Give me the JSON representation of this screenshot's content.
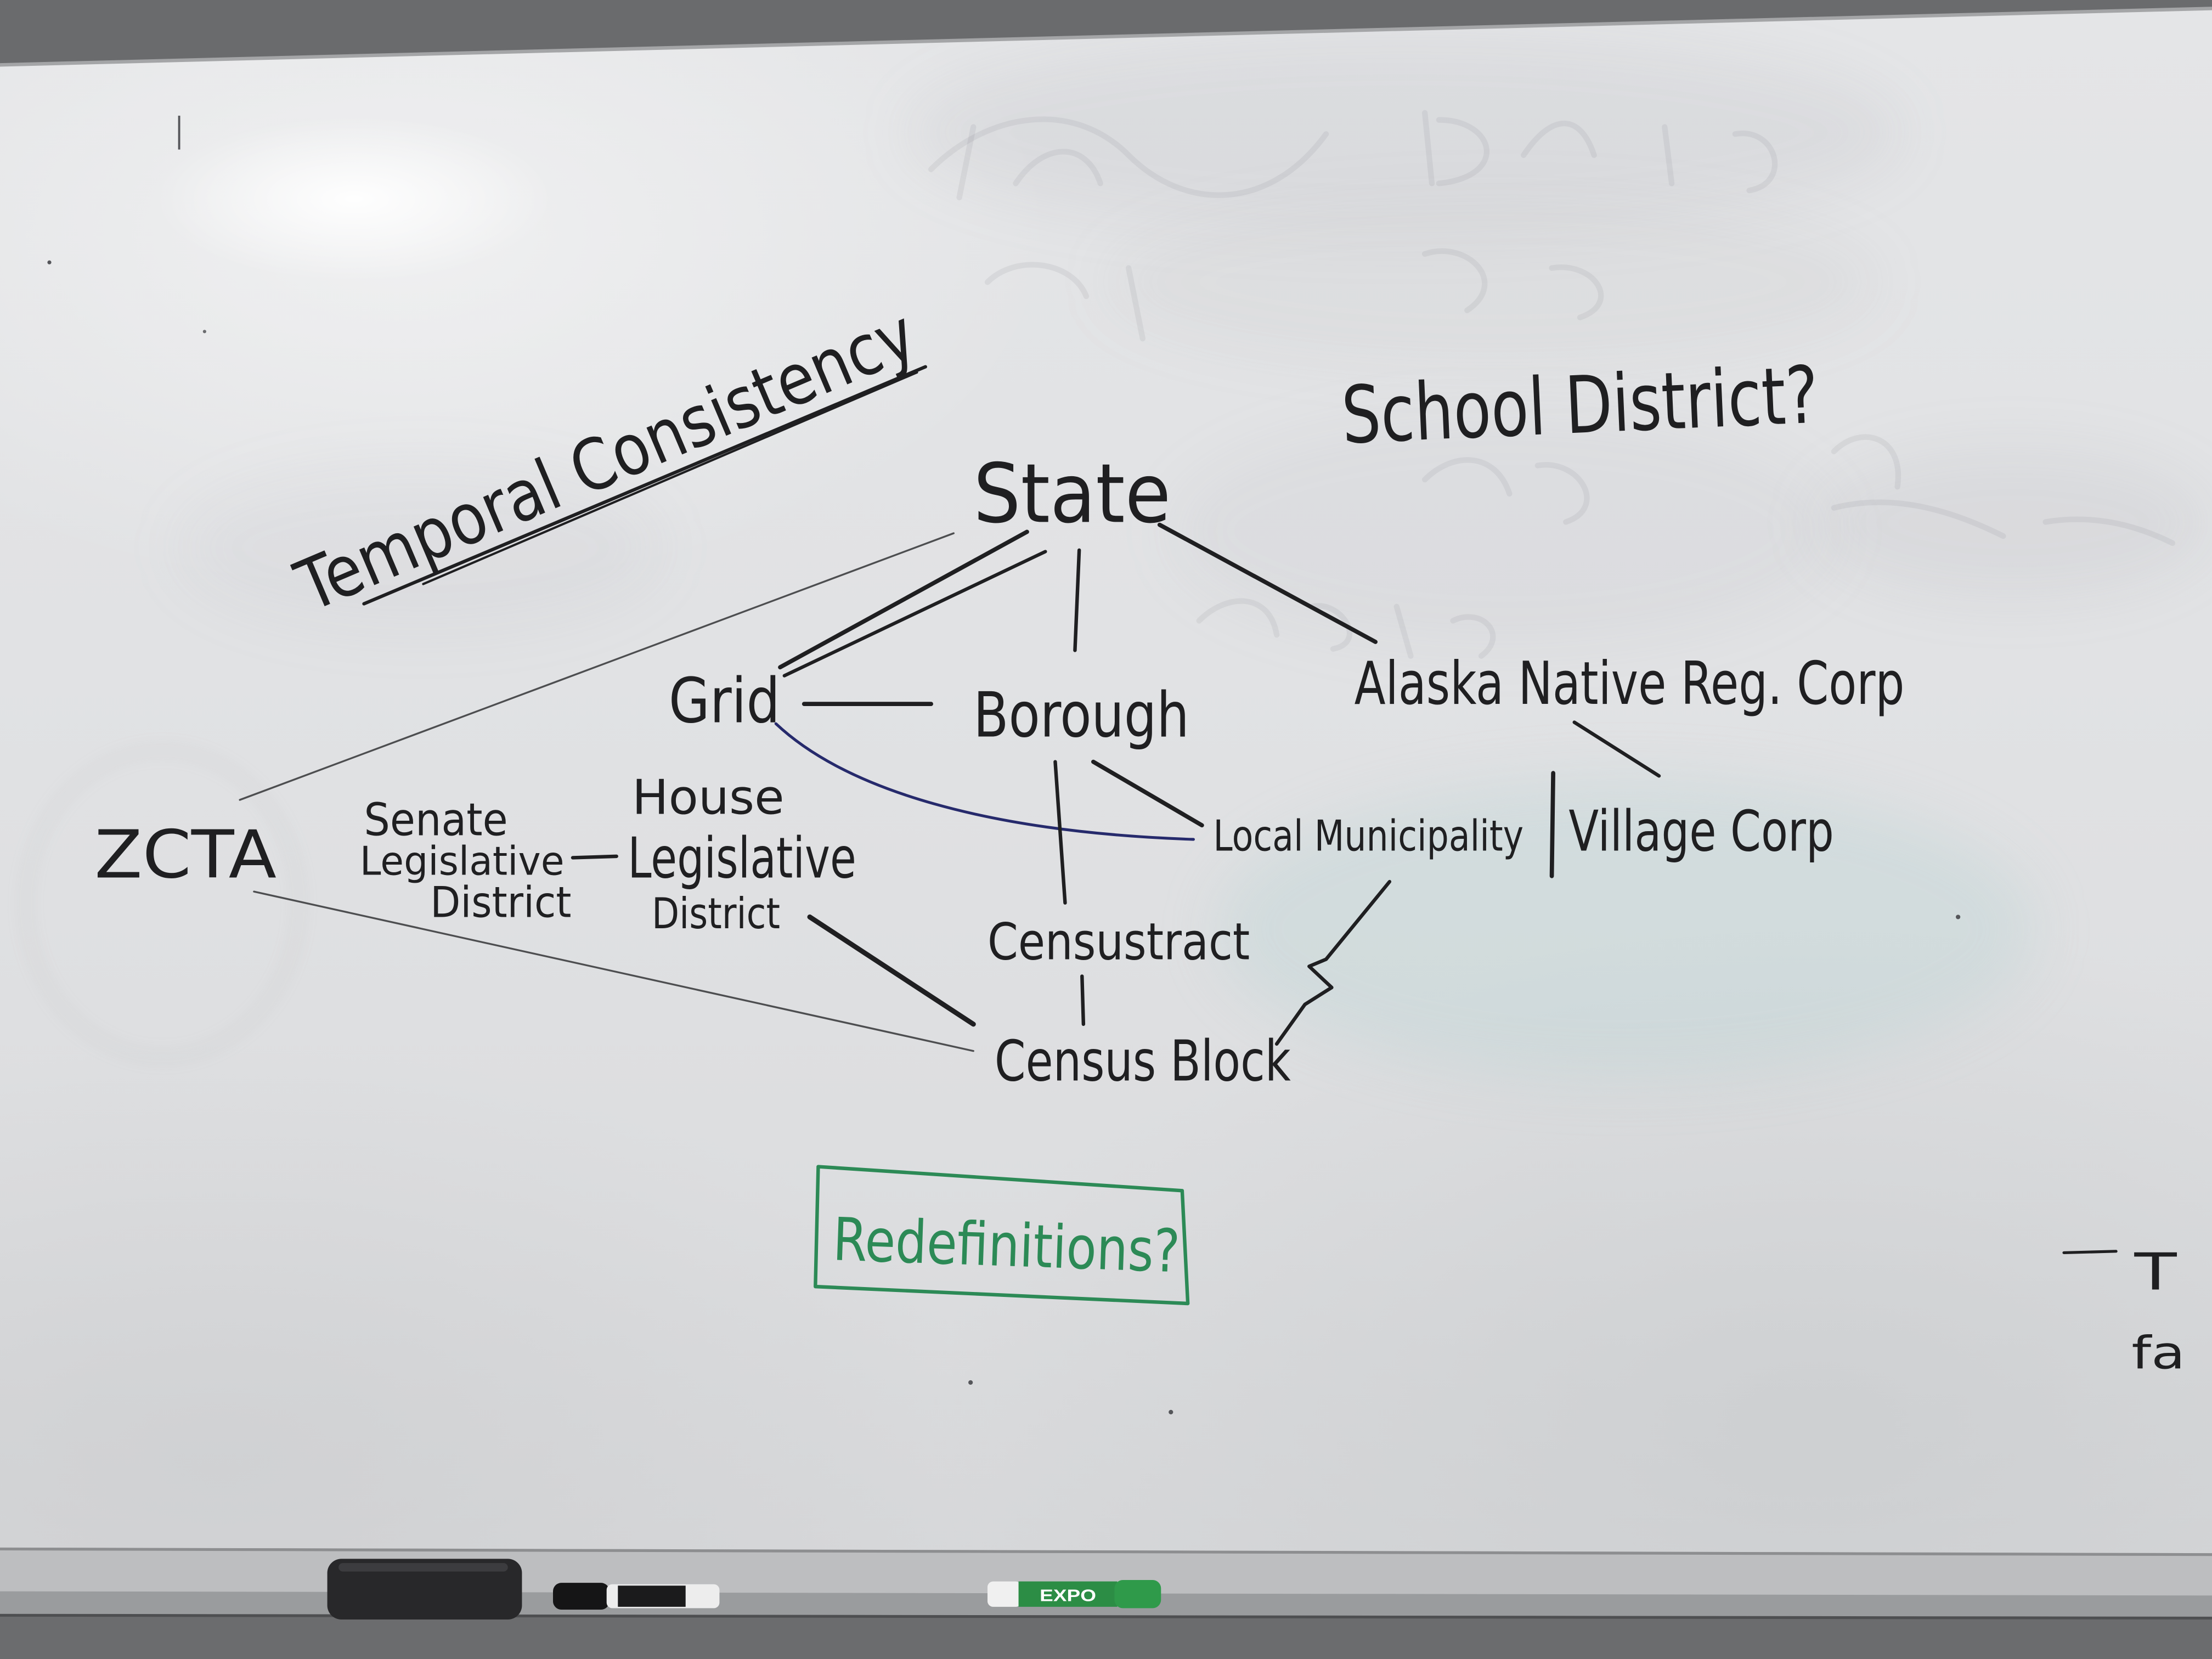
{
  "board": {
    "heading": "Temporal Consistency",
    "question": "School District?",
    "nodes": {
      "state": "State",
      "grid": "Grid",
      "borough": "Borough",
      "alaska_native_reg_corp": "Alaska Native Reg. Corp",
      "zcta": "ZCTA",
      "senate_legislative_district": [
        "Senate",
        "Legislative",
        "District"
      ],
      "house_legislative_district": [
        "House",
        "Legislative",
        "District"
      ],
      "local_municipality": "Local Municipality",
      "village_corp": "Village Corp",
      "censustract": "Censustract",
      "census_block": "Census Block"
    },
    "boxed_note": "Redefinitions?",
    "edge_fragments": [
      "T",
      "fa"
    ]
  },
  "tray": {
    "marker_brand": "EXPO"
  },
  "colors": {
    "ink": "#1f1f21",
    "faint_ink": "#4d4e50",
    "blue_ink": "#262a6c",
    "green_ink": "#2c8a56"
  }
}
